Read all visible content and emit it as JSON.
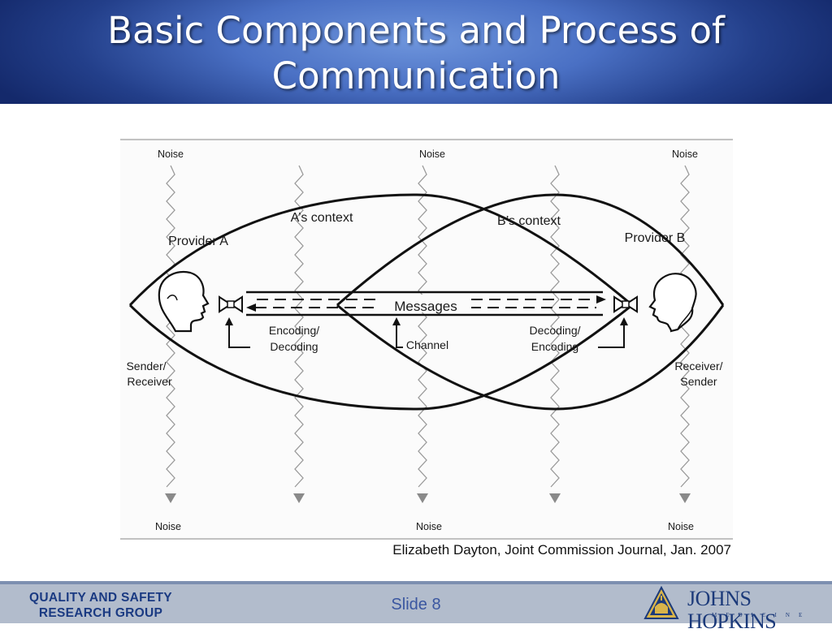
{
  "slide": {
    "title_line1": "Basic Components and Process of",
    "title_line2": "Communication",
    "caption": "Elizabeth Dayton, Joint Commission Journal, Jan. 2007",
    "slide_number": "Slide 8"
  },
  "diagram": {
    "noise_label": "Noise",
    "a_context": "A’s context",
    "b_context": "B’s context",
    "provider_a": "Provider A",
    "provider_b": "Provider B",
    "messages": "Messages",
    "encoding_decoding_1": "Encoding/",
    "encoding_decoding_2": "Decoding",
    "decoding_encoding_1": "Decoding/",
    "decoding_encoding_2": "Encoding",
    "channel": "Channel",
    "sender_receiver_1": "Sender/",
    "sender_receiver_2": "Receiver",
    "receiver_sender_1": "Receiver/",
    "receiver_sender_2": "Sender"
  },
  "footer": {
    "group_line1": "QUALITY AND SAFETY",
    "group_line2": "RESEARCH GROUP",
    "logo_name": "JOHNS HOPKINS",
    "logo_sub": "MEDICINE",
    "seal_icon": "hopkins-dome-seal-icon"
  },
  "colors": {
    "header_blue": "#3b5fb4",
    "footer_gray": "#b2bccc",
    "brand_navy": "#1c3a7a"
  }
}
